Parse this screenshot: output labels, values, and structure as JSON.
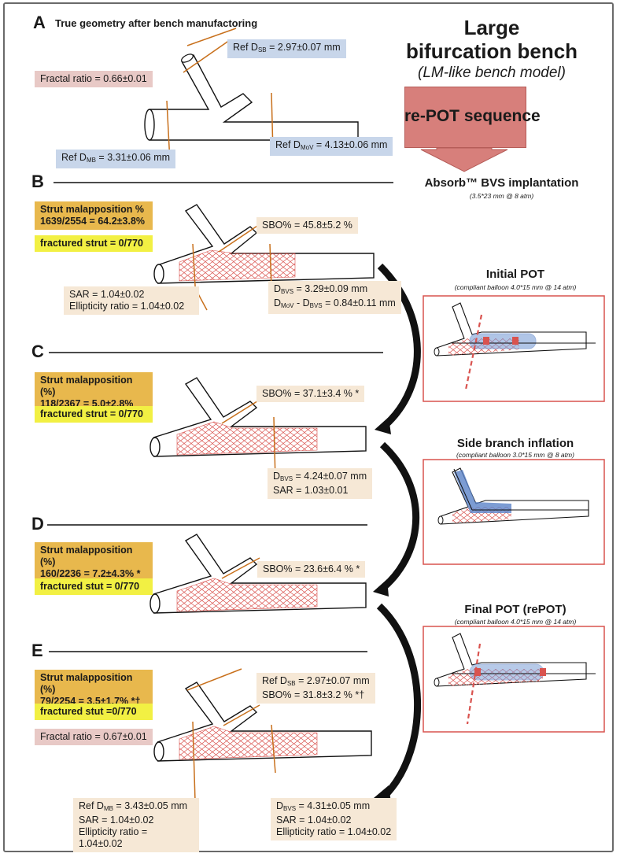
{
  "header": {
    "title_line1": "Large",
    "title_line2": "bifurcation bench",
    "subtitle": "(LM-like bench model)",
    "sequence_label": "re-POT sequence"
  },
  "panel_a": {
    "letter": "A",
    "title": "True geometry after bench manufactoring",
    "fractal_ratio": "Fractal ratio = 0.66±0.01",
    "ref_dsb_prefix": "Ref D",
    "ref_dsb_sub": "SB",
    "ref_dsb_value": " = 2.97±0.07 mm",
    "ref_dmb_prefix": "Ref D",
    "ref_dmb_sub": "MB",
    "ref_dmb_value": " = 3.31±0.06 mm",
    "ref_dmov_prefix": "Ref D",
    "ref_dmov_sub": "MoV",
    "ref_dmov_value": " = 4.13±0.06 mm"
  },
  "implantation": {
    "title": "Absorb™ BVS implantation",
    "subtitle": "(3.5*23 mm @ 8 atm)"
  },
  "panel_b": {
    "letter": "B",
    "malapp_title": "Strut malapposition %",
    "malapp_value": "1639/2554 = 64.2±3.8%",
    "fractured": "fractured strut = 0/770",
    "sbo": "SBO% = 45.8±5.2 %",
    "sar": "SAR = 1.04±0.02",
    "ellipticity": "Ellipticity ratio = 1.04±0.02",
    "dbvs_prefix": "D",
    "dbvs_sub": "BVS",
    "dbvs_value": " = 3.29±0.09 mm",
    "dmov_prefix": "D",
    "dmov_sub": "MoV",
    "dmov_mid": " - D",
    "dmov_sub2": "BVS",
    "dmov_value": " = 0.84±0.11 mm"
  },
  "panel_c": {
    "letter": "C",
    "malapp_title": "Strut malapposition (%)",
    "malapp_value": "118/2367 = 5.0±2.8%",
    "fractured": "fractured strut = 0/770",
    "sbo": "SBO% = 37.1±3.4 % *",
    "dbvs_prefix": "D",
    "dbvs_sub": "BVS",
    "dbvs_value": " = 4.24±0.07 mm",
    "sar": "SAR = 1.03±0.01"
  },
  "panel_d": {
    "letter": "D",
    "malapp_title": "Strut malapposition (%)",
    "malapp_value": "160/2236 = 7.2±4.3% *",
    "fractured": "fractured stut = 0/770",
    "sbo": "SBO% = 23.6±6.4 % *"
  },
  "panel_e": {
    "letter": "E",
    "malapp_title": "Strut malapposition (%)",
    "malapp_value": "79/2254 = 3.5±1.7% *†",
    "fractured": "fractured stut =0/770",
    "fractal_ratio": "Fractal ratio = 0.67±0.01",
    "ref_dsb_prefix": "Ref D",
    "ref_dsb_sub": "SB",
    "ref_dsb_value": " = 2.97±0.07 mm",
    "sbo": "SBO% = 31.8±3.2 % *†",
    "ref_dmb_prefix": "Ref D",
    "ref_dmb_sub": "MB",
    "ref_dmb_value": " = 3.43±0.05 mm",
    "sar_left": "SAR = 1.04±0.02",
    "ellipticity_left": "Ellipticity ratio = 1.04±0.02",
    "dbvs_prefix": "D",
    "dbvs_sub": "BVS",
    "dbvs_value": " = 4.31±0.05 mm",
    "sar_right": "SAR = 1.04±0.02",
    "ellipticity_right": "Ellipticity ratio = 1.04±0.02"
  },
  "steps": [
    {
      "title": "Initial POT",
      "subtitle": "(compliant balloon 4.0*15 mm @ 14 atm)"
    },
    {
      "title": "Side branch inflation",
      "subtitle": "(compliant balloon 3.0*15 mm @ 8 atm)"
    },
    {
      "title": "Final POT (rePOT)",
      "subtitle": "(compliant balloon 4.0*15 mm @ 14 atm)"
    }
  ],
  "colors": {
    "blue_box": "#c8d6ea",
    "pink_box": "#e8c9c6",
    "beige_box": "#f6e8d6",
    "gold_box": "#e8b84d",
    "yellow_box": "#f2f043",
    "repot_box": "#d77f7b",
    "orange_line": "#c8701c",
    "scaffold_red": "#d9534f",
    "balloon_blue": "#5b83c8"
  }
}
